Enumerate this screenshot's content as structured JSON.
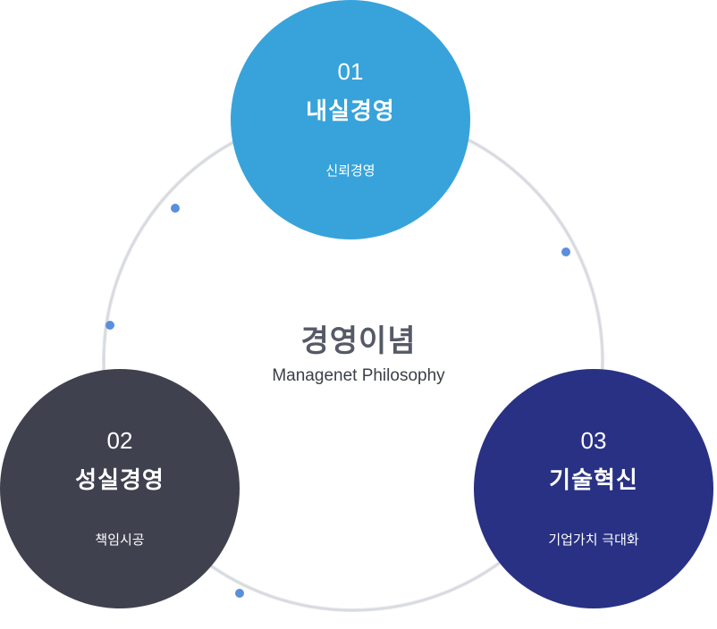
{
  "center": {
    "title": "경영이념",
    "subtitle": "Managenet Philosophy"
  },
  "nodes": [
    {
      "number": "01",
      "title": "내실경영",
      "desc": "신뢰경영",
      "color": "#38a3da"
    },
    {
      "number": "02",
      "title": "성실경영",
      "desc": "책임시공",
      "color": "#40414f"
    },
    {
      "number": "03",
      "title": "기술혁신",
      "desc": "기업가치 극대화",
      "color": "#283183"
    }
  ],
  "colors": {
    "ring": "#d9dbe0",
    "dot": "#5b8fdc"
  }
}
